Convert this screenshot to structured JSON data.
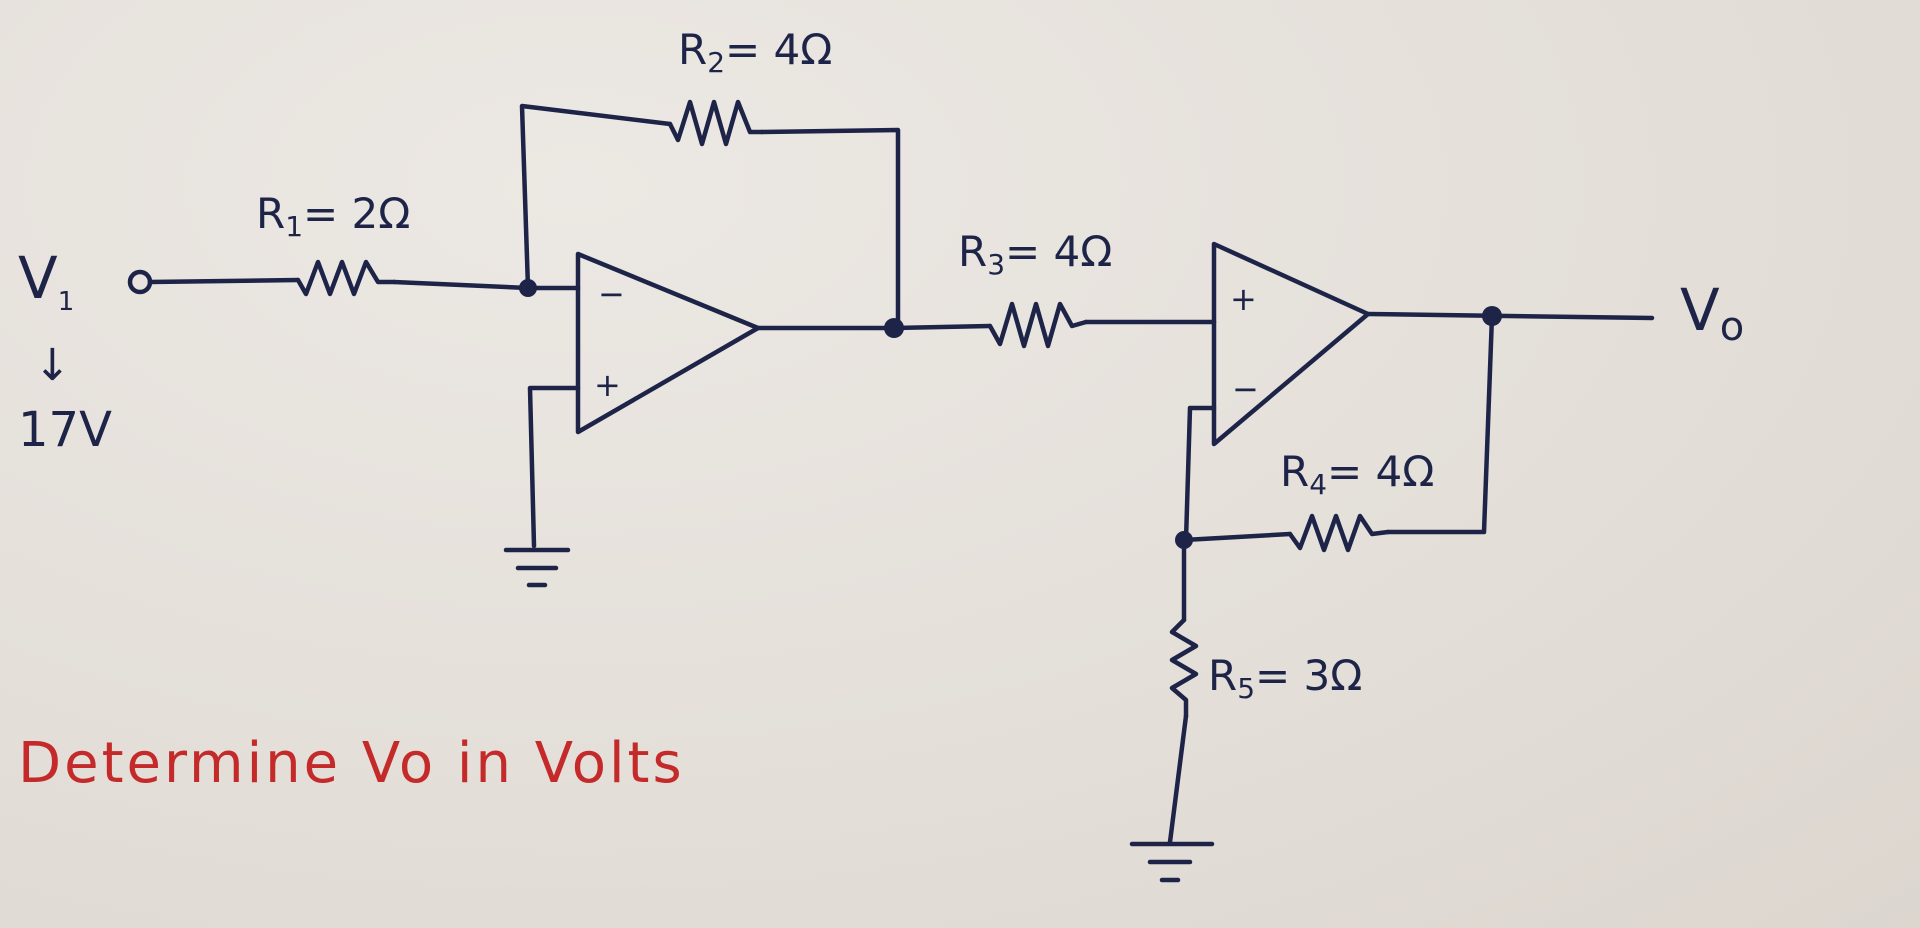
{
  "input": {
    "label": "V",
    "sub": "1",
    "value": "17V"
  },
  "output": {
    "label": "V",
    "sub": "o"
  },
  "resistors": {
    "r1": {
      "name": "R",
      "sub": "1",
      "value": "= 2Ω"
    },
    "r2": {
      "name": "R",
      "sub": "2",
      "value": "= 4Ω"
    },
    "r3": {
      "name": "R",
      "sub": "3",
      "value": "= 4Ω"
    },
    "r4": {
      "name": "R",
      "sub": "4",
      "value": "= 4Ω"
    },
    "r5": {
      "name": "R",
      "sub": "5",
      "value": "= 3Ω"
    }
  },
  "opamp1": {
    "top_sign": "−",
    "bottom_sign": "+"
  },
  "opamp2": {
    "top_sign": "+",
    "bottom_sign": "−"
  },
  "arrow": "↓",
  "question": "Determine Vo in Volts",
  "colors": {
    "ink": "#1e2448",
    "question": "#c42a2a",
    "paper": "#e6e1dc"
  }
}
